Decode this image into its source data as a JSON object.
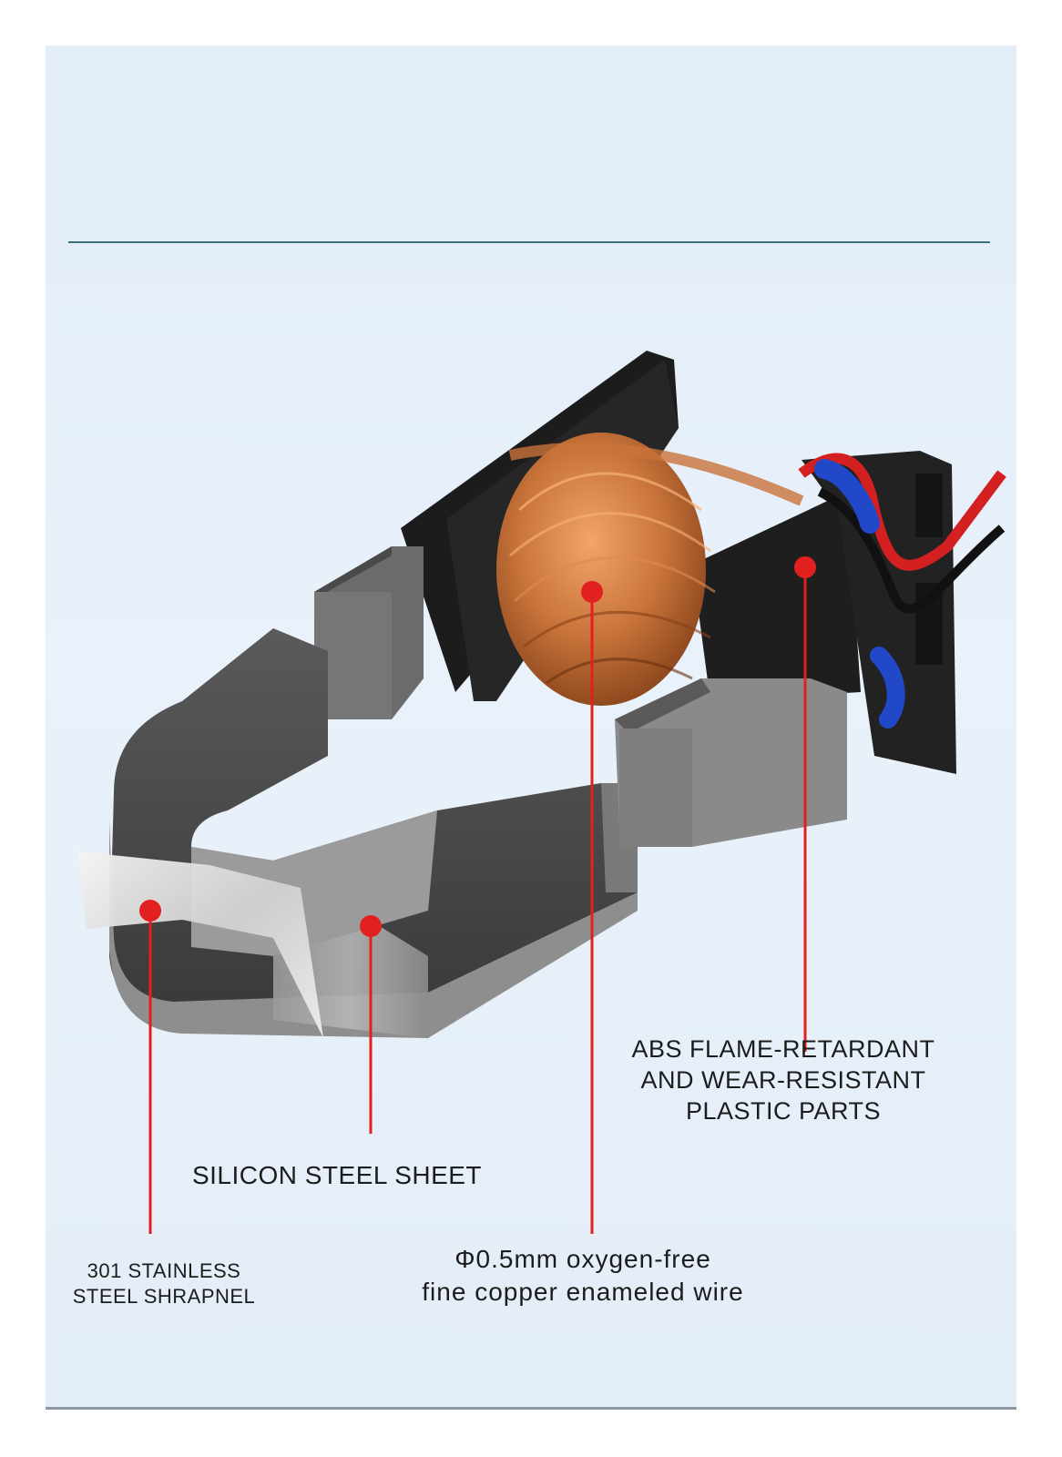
{
  "callouts": {
    "abs": [
      "ABS FLAME-RETARDANT",
      "AND WEAR-RESISTANT",
      "PLASTIC PARTS"
    ],
    "silicon": "SILICON STEEL SHEET",
    "wire": [
      "Φ0.5mm oxygen-free",
      "fine copper enameled wire"
    ],
    "stainless": [
      "301 STAINLESS",
      "STEEL SHRAPNEL"
    ]
  },
  "colors": {
    "background": "#e6eff9",
    "rule": "#3a6f7b",
    "callout": "#e32020",
    "copper": "#c8733a",
    "core": "#6e6e6e",
    "bobbin": "#1a1a1a"
  }
}
